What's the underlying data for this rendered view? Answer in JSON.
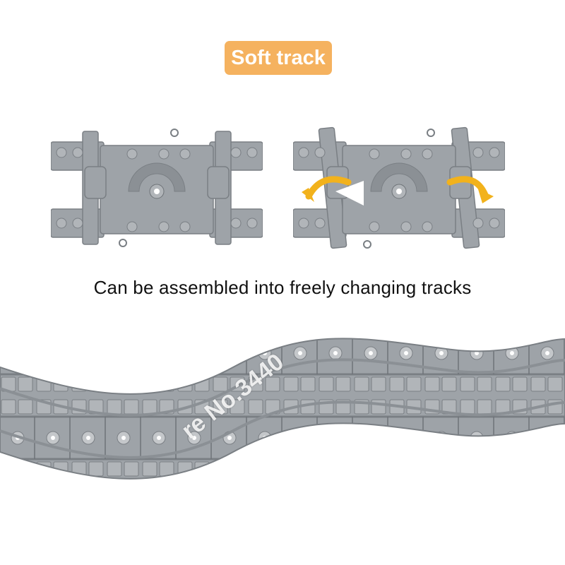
{
  "badge": {
    "label": "Soft track"
  },
  "caption": "Can be assembled into freely changing tracks",
  "watermark": "re No.3440",
  "colors": {
    "badge_bg": "#f5b25f",
    "track_gray": "#9ea3a8",
    "track_dark": "#7a7f84",
    "track_light": "#b8bcc0",
    "arrow_yellow": "#f2b21c"
  },
  "icons": {
    "flex_arrow_left": "curved-arrow-icon",
    "flex_arrow_right": "curved-arrow-icon"
  }
}
